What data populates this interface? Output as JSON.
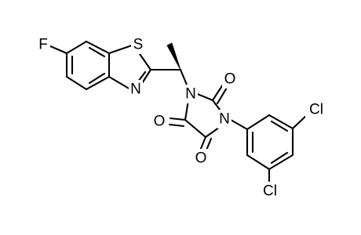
{
  "atom_labels": {
    "fluorine": "F",
    "sulfur": "S",
    "thiazole_nitrogen": "N",
    "ring_nitrogen_1": "N",
    "ring_nitrogen_2": "N",
    "carbonyl_oxygen_1": "O",
    "carbonyl_oxygen_2": "O",
    "carbonyl_oxygen_3": "O",
    "chlorine_1": "Cl",
    "chlorine_2": "Cl"
  },
  "colors": {
    "bond": "#000000",
    "label": "#000000",
    "background": "#ffffff"
  }
}
